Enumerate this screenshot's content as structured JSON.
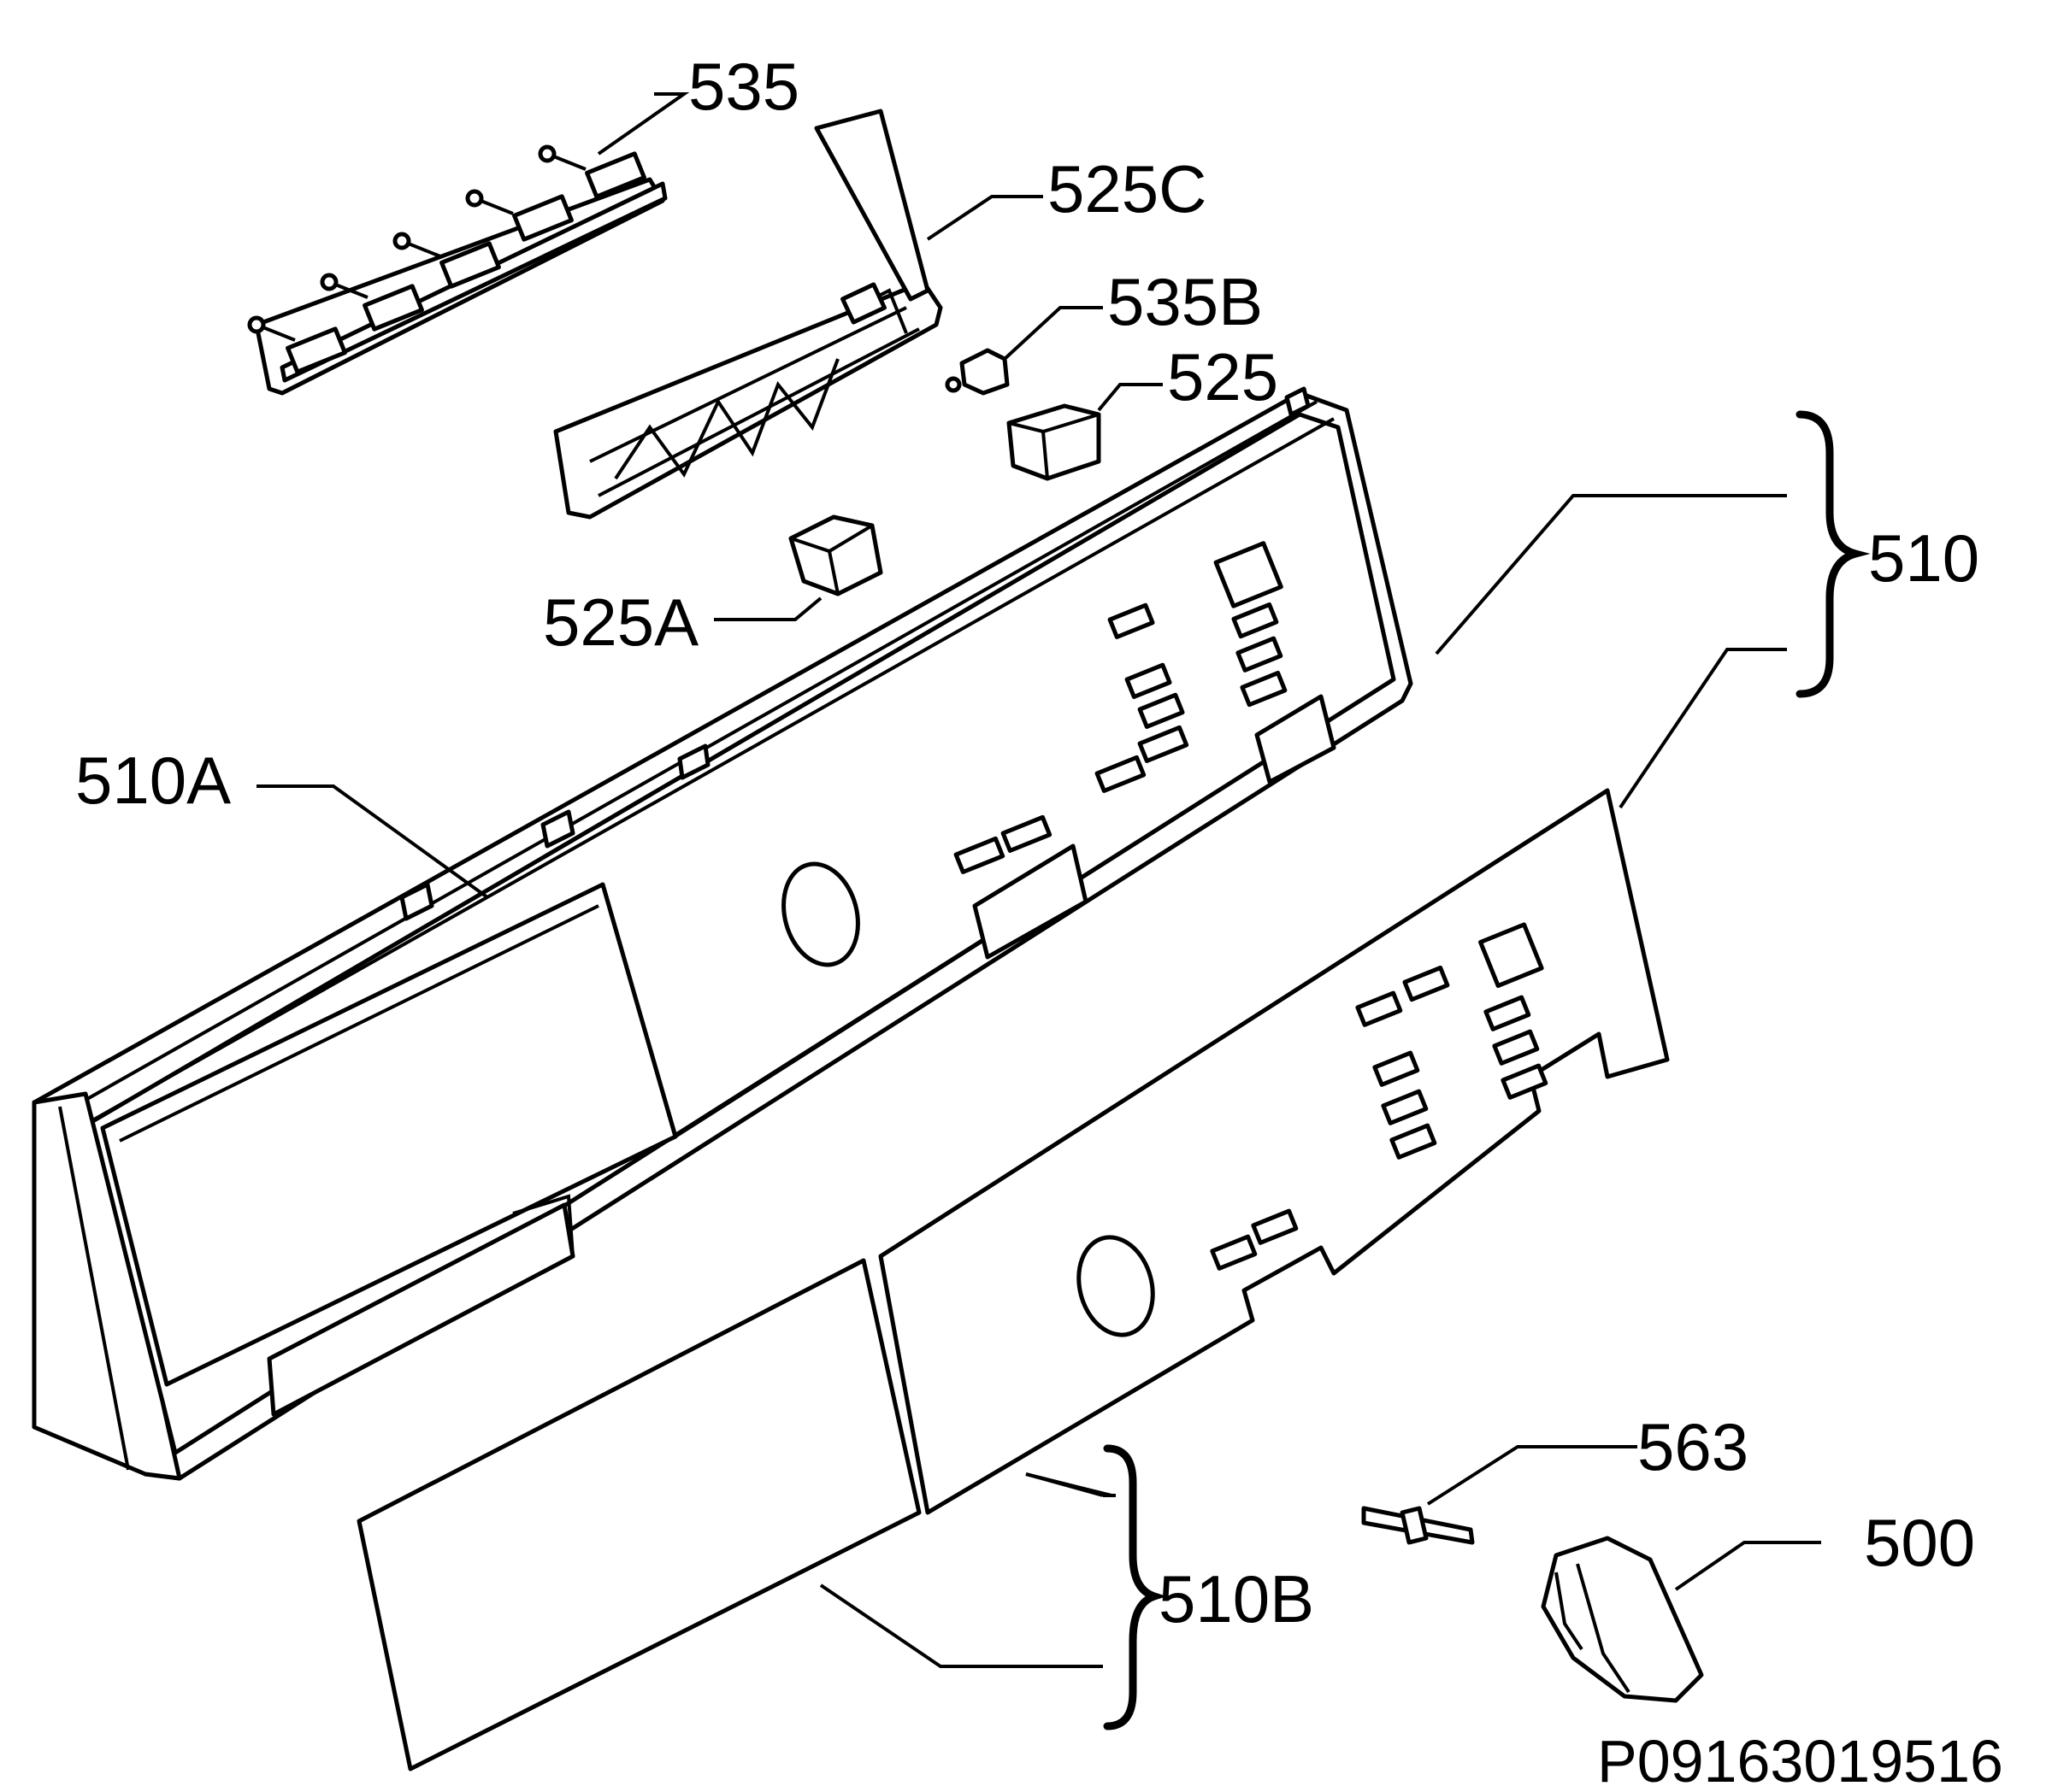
{
  "diagram": {
    "reference_code": "P09163019516",
    "labels": [
      {
        "id": "535",
        "text": "535"
      },
      {
        "id": "525C",
        "text": "525C"
      },
      {
        "id": "535B",
        "text": "535B"
      },
      {
        "id": "525",
        "text": "525"
      },
      {
        "id": "510",
        "text": "510"
      },
      {
        "id": "525A",
        "text": "525A"
      },
      {
        "id": "510A",
        "text": "510A"
      },
      {
        "id": "563",
        "text": "563"
      },
      {
        "id": "500",
        "text": "500"
      },
      {
        "id": "510B",
        "text": "510B"
      }
    ]
  }
}
